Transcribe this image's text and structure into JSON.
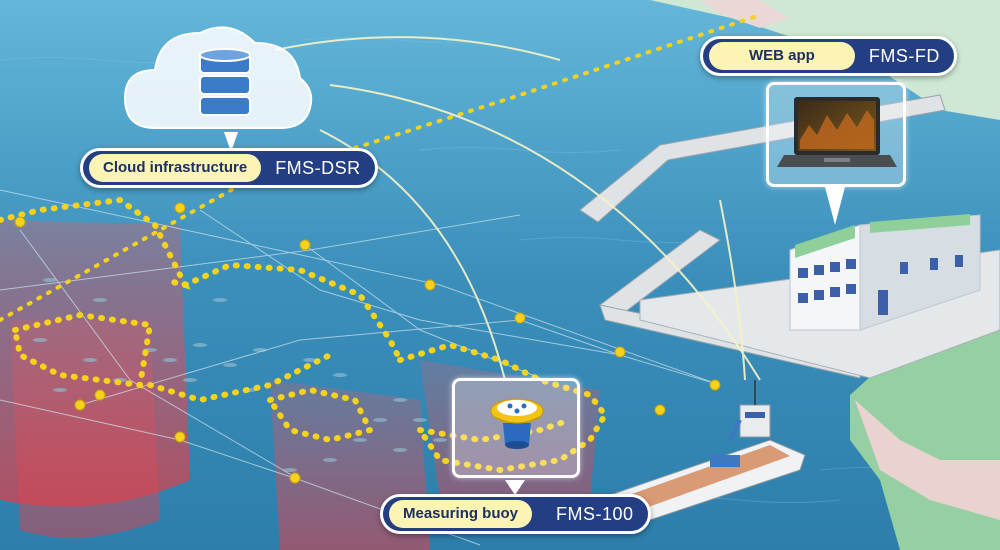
{
  "nodes": {
    "cloud": {
      "tag": "Cloud infrastructure",
      "product": "FMS-DSR",
      "icon": "database-cloud-icon"
    },
    "web": {
      "tag": "WEB app",
      "product": "FMS-FD",
      "icon": "laptop-icon"
    },
    "buoy": {
      "tag": "Measuring buoy",
      "product": "FMS-100",
      "icon": "buoy-icon"
    }
  },
  "colors": {
    "sea": "#3f95bf",
    "label_bg": "#233e82",
    "label_tag": "#fbf4b4",
    "float_dots": "#f5d21c",
    "net": "#e0505a",
    "land": "#8fcf9b"
  }
}
